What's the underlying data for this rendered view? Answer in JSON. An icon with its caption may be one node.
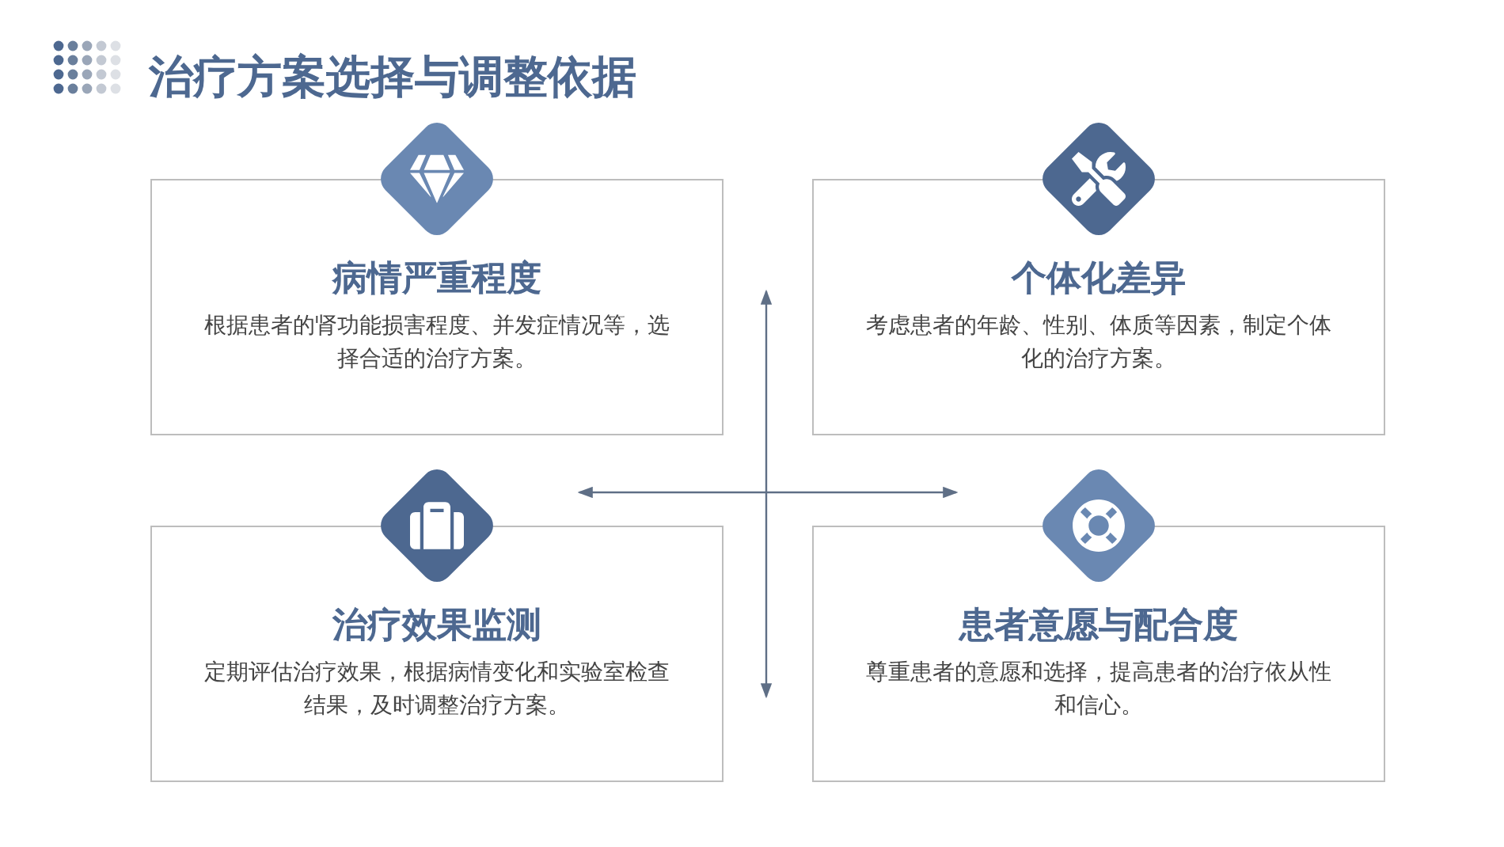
{
  "diagram": {
    "title": "治疗方案选择与调整依据",
    "nodes": [
      {
        "text": [
          "病情严重程度",
          "根据患者的肾功能损害程度、并发症情况等，选择合适的治疗方案。"
        ]
      },
      {
        "text": [
          "个体化差异",
          "考虑患者的年龄、性别、体质等因素，制定个体化的治疗方案。"
        ]
      },
      {
        "text": [
          "治疗效果监测",
          "定期评估治疗效果，根据病情变化和实验室检查结果，及时调整治疗方案。"
        ]
      },
      {
        "text": [
          "患者意愿与配合度",
          "尊重患者的意愿和选择，提高患者的治疗依从性和信心。"
        ]
      }
    ]
  }
}
